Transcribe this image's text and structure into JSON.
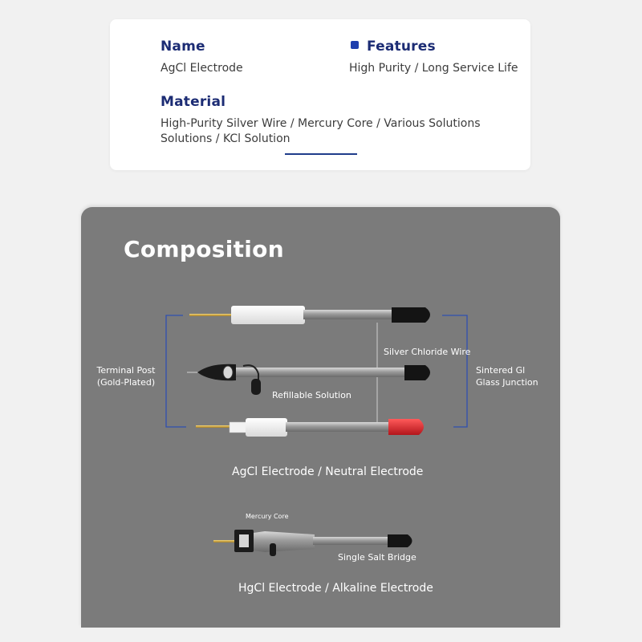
{
  "info": {
    "name_label": "Name",
    "name_value": "AgCl Electrode",
    "features_label": "Features",
    "features_value": "High Purity / Long Service Life",
    "material_label": "Material",
    "material_value_line1": "High-Purity Silver Wire / Mercury Core / Various Solutions",
    "material_value_line2": "Solutions / KCl Solution"
  },
  "composition": {
    "title": "Composition",
    "labels": {
      "terminal_post_line1": "Terminal Post",
      "terminal_post_line2": "(Gold-Plated)",
      "silver_chloride_wire": "Silver Chloride Wire",
      "sintered_line1": "Sintered Gl",
      "sintered_line2": "Glass Junction",
      "refillable_solution": "Refillable Solution",
      "mercury_core": "Mercury Core",
      "single_salt_bridge": "Single Salt Bridge"
    },
    "caption_agcl": "AgCl Electrode / Neutral Electrode",
    "caption_hgcl": "HgCl Electrode / Alkaline Electrode"
  },
  "colors": {
    "heading_navy": "#1c2c74",
    "accent_blue": "#1f3fae",
    "panel_gray": "#7b7b7b",
    "bracket_blue": "#2f4fb0",
    "cap_red": "#c81e24",
    "cap_black": "#141414",
    "gold_pin": "#c9a33a"
  }
}
